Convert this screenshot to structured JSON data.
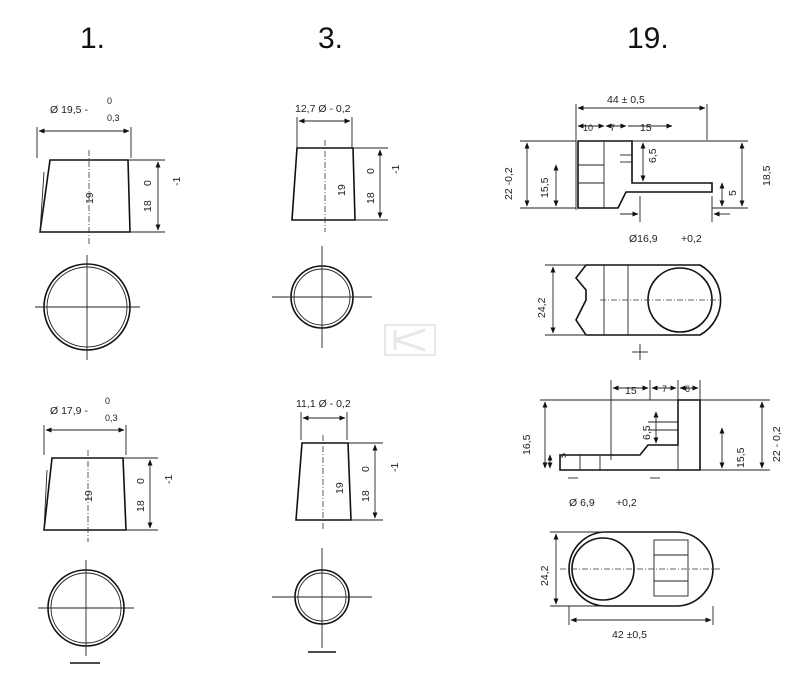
{
  "figures": {
    "fig1": {
      "label": "1.",
      "top_dia": "Ø 19,5 -",
      "top_tol_hi": "0",
      "top_tol_lo": "0,3",
      "bot_dia": "Ø 17,9 -",
      "bot_tol_hi": "0",
      "bot_tol_lo": "0,3",
      "h19": "19",
      "h18": "18",
      "h0": "0",
      "hm1": "-1"
    },
    "fig3": {
      "label": "3.",
      "top_dia": "12,7 Ø - 0,2",
      "bot_dia": "11,1 Ø - 0,2",
      "h19": "19",
      "h18": "18",
      "h0": "0",
      "hm1": "-1"
    },
    "fig19": {
      "label": "19.",
      "a_w44": "44 ± 0,5",
      "a_10": "10",
      "a_7": "7",
      "a_15": "15",
      "a_6_5": "6,5",
      "a_22": "22 -0,2",
      "a_15_5": "15,5",
      "a_18_5": "18,5",
      "a_5": "5",
      "a_d16": "Ø16,9",
      "a_d16_tol": "+0,2",
      "b_24": "24,2",
      "c_15": "15",
      "c_7": "7",
      "c_6": "6",
      "c_16_5": "16,5",
      "c_6_5": "6,5",
      "c_5": "5",
      "c_15_5": "15,5",
      "c_22": "22 - 0,2",
      "c_d6": "Ø 6,9",
      "c_d6_tol": "+0,2",
      "d_24": "24,2",
      "d_42": "42 ±0,5"
    }
  }
}
